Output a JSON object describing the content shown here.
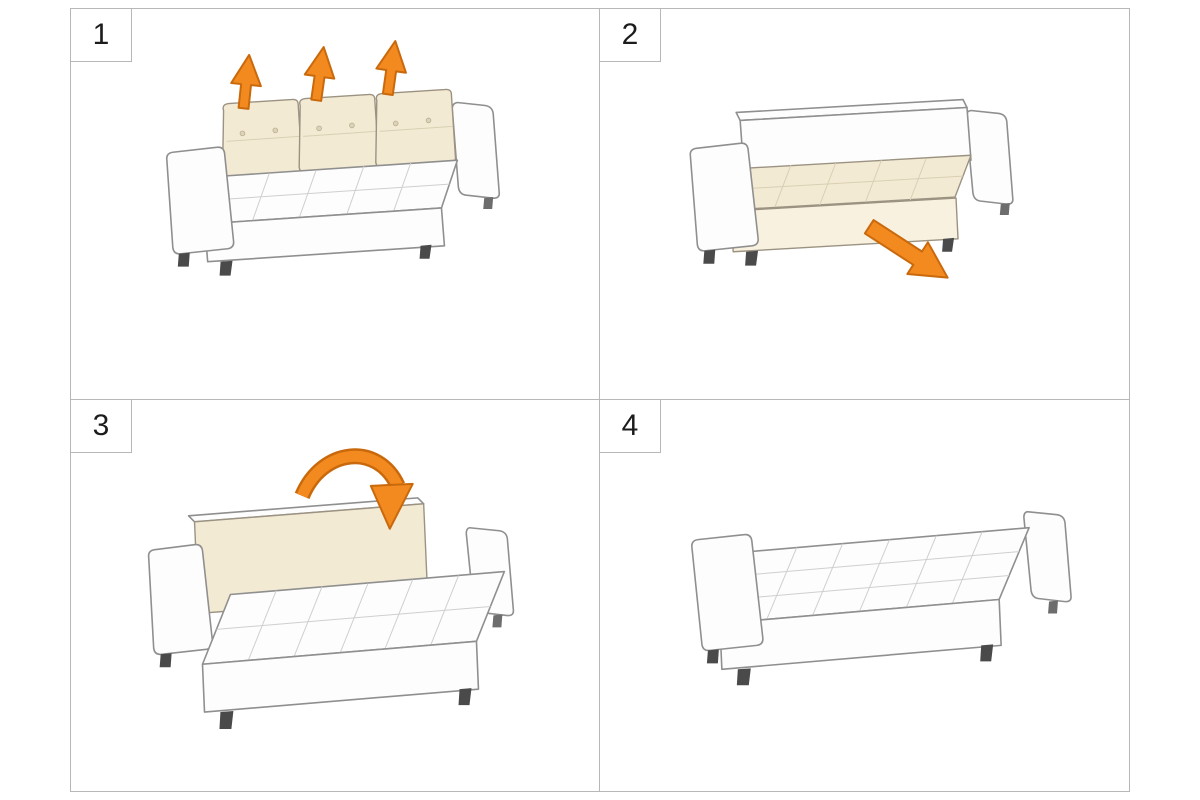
{
  "panels": [
    {
      "number": "1",
      "arrow_icons": [
        "up-arrow-icon",
        "up-arrow-icon",
        "up-arrow-icon"
      ]
    },
    {
      "number": "2",
      "arrow_icons": [
        "pull-out-arrow-icon"
      ]
    },
    {
      "number": "3",
      "arrow_icons": [
        "flip-arrow-icon"
      ]
    },
    {
      "number": "4",
      "arrow_icons": []
    }
  ],
  "colors": {
    "arrow_fill": "#F28A1F",
    "arrow_outline": "#C9690C",
    "cushion_fill": "#F3EAD3",
    "sofa_outline": "#8F8F8F",
    "grid_line": "#B7B7B7",
    "background": "#FFFFFF"
  }
}
